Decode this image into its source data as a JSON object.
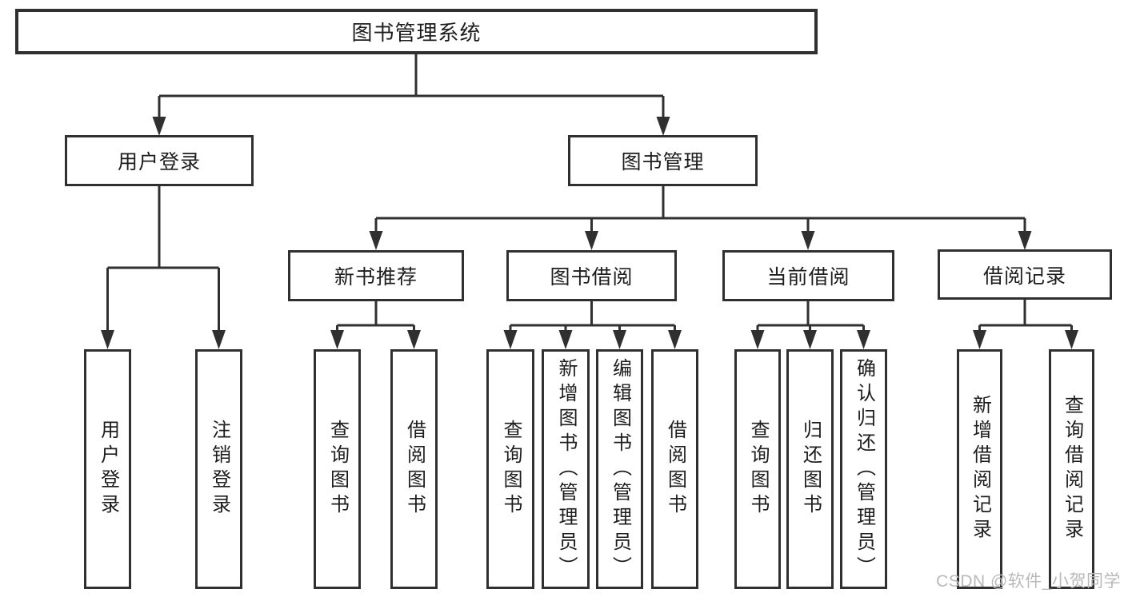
{
  "colors": {
    "line": "#303030",
    "text": "#1d1d1d",
    "watermark": "#b9b9b9",
    "background": "#ffffff"
  },
  "watermark": "CSDN @软件_小贺同学",
  "tree": {
    "root": {
      "label": "图书管理系统"
    },
    "branches": [
      {
        "label": "用户登录",
        "leaves": [
          {
            "label": "用户登录"
          },
          {
            "label": "注销登录"
          }
        ]
      },
      {
        "label": "图书管理",
        "sections": [
          {
            "label": "新书推荐",
            "leaves": [
              {
                "label": "查询图书"
              },
              {
                "label": "借阅图书"
              }
            ]
          },
          {
            "label": "图书借阅",
            "leaves": [
              {
                "label": "查询图书"
              },
              {
                "label": "新增图书（管理员）"
              },
              {
                "label": "编辑图书（管理员）"
              },
              {
                "label": "借阅图书"
              }
            ]
          },
          {
            "label": "当前借阅",
            "leaves": [
              {
                "label": "查询图书"
              },
              {
                "label": "归还图书"
              },
              {
                "label": "确认归还（管理员）"
              }
            ]
          },
          {
            "label": "借阅记录",
            "leaves": [
              {
                "label": "新增借阅记录"
              },
              {
                "label": "查询借阅记录"
              }
            ]
          }
        ]
      }
    ]
  }
}
